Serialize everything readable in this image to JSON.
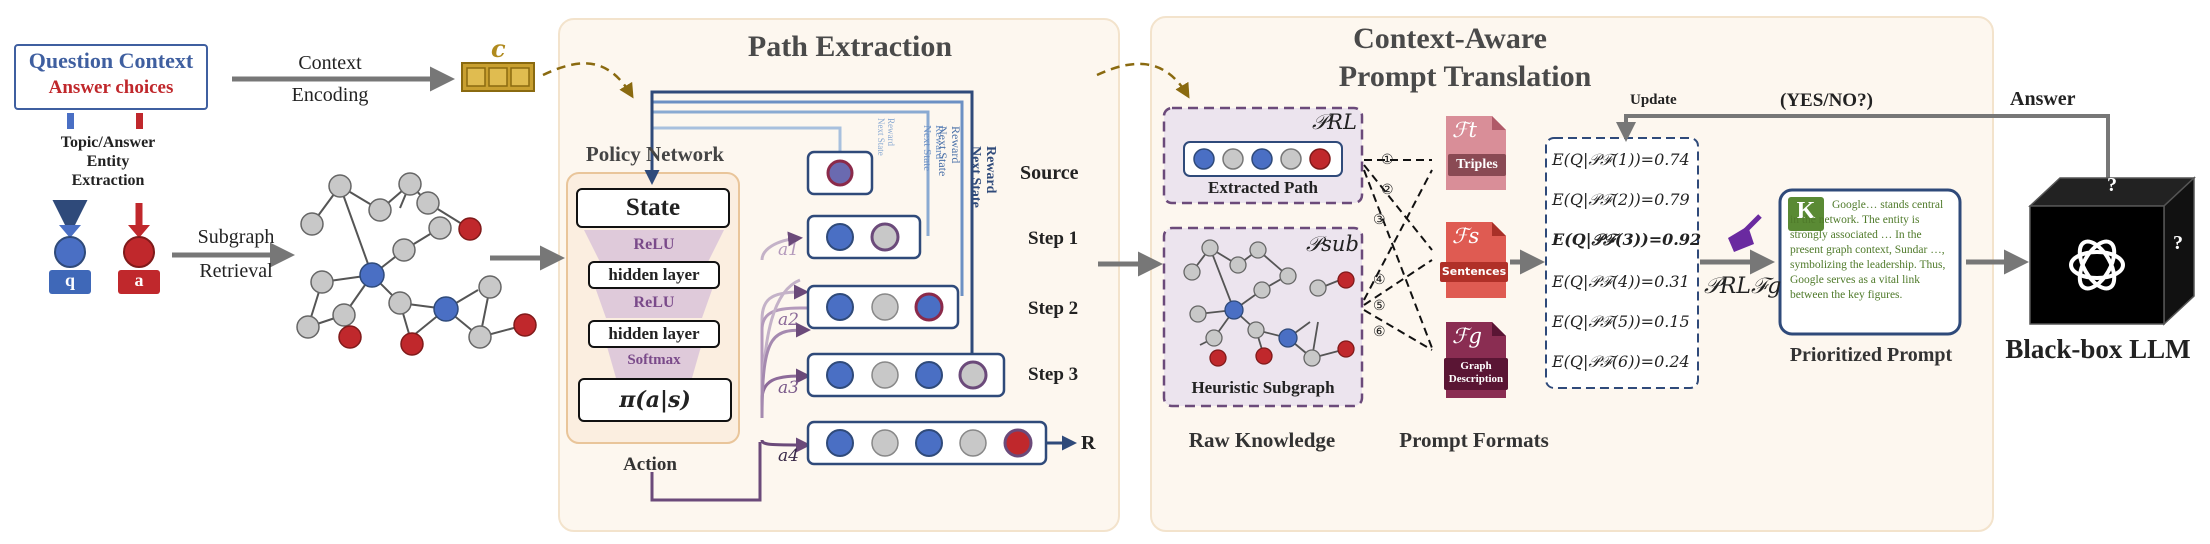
{
  "left": {
    "question_context": "Question Context",
    "answer_choices": "Answer choices",
    "context_encoding_line1": "Context",
    "context_encoding_line2": "Encoding",
    "c_label": "c",
    "entity_extraction": [
      "Topic/Answer",
      "Entity",
      "Extraction"
    ],
    "q_label": "q",
    "a_label": "a",
    "subgraph_retrieval_line1": "Subgraph",
    "subgraph_retrieval_line2": "Retrieval"
  },
  "path_extraction": {
    "title": "Path Extraction",
    "policy_network": "Policy Network",
    "state": "State",
    "relu1": "ReLU",
    "hidden1": "hidden layer",
    "relu2": "ReLU",
    "hidden2": "hidden layer",
    "softmax": "Softmax",
    "policy": "π(a|s)",
    "action": "Action",
    "source": "Source",
    "step1": "Step 1",
    "step2": "Step 2",
    "step3": "Step 3",
    "reward_symbol": "R",
    "actions": [
      "a1",
      "a2",
      "a3",
      "a4"
    ],
    "reward_labels": [
      "Reward",
      "Next State",
      "Reward",
      "Next State",
      "Reward",
      "Next State",
      "Reward",
      "Next State"
    ]
  },
  "translation": {
    "title_line1": "Context-Aware",
    "title_line2": "Prompt Translation",
    "p_rl": "𝒫RL",
    "extracted_path": "Extracted Path",
    "p_sub": "𝒫sub",
    "heuristic_subgraph": "Heuristic Subgraph",
    "raw_knowledge": "Raw Knowledge",
    "prompt_formats": "Prompt Formats",
    "formats": [
      {
        "symbol": "ℱt",
        "label": "Triples",
        "color": "#cf7f8a"
      },
      {
        "symbol": "ℱs",
        "label": "Sentences",
        "color": "#d9544f"
      },
      {
        "symbol": "ℱg",
        "label": "Graph Description",
        "color": "#8a2d52"
      }
    ],
    "circled_numbers": [
      "①",
      "②",
      "③",
      "④",
      "⑤",
      "⑥"
    ],
    "scores": [
      {
        "expr": "E(Q|𝒫ℱ(1))=0.74",
        "bold": false
      },
      {
        "expr": "E(Q|𝒫ℱ(2))=0.79",
        "bold": false
      },
      {
        "expr": "E(Q|𝒫ℱ(3))=0.92",
        "bold": true
      },
      {
        "expr": "E(Q|𝒫ℱ(4))=0.31",
        "bold": false
      },
      {
        "expr": "E(Q|𝒫ℱ(5))=0.15",
        "bold": false
      },
      {
        "expr": "E(Q|𝒫ℱ(6))=0.24",
        "bold": false
      }
    ],
    "update": "Update",
    "yes_no": "(YES/NO?)",
    "answer": "Answer",
    "selected": "𝒫RLℱg",
    "prompt_k": "K",
    "prompt_text": "Google… stands central in the network. The entity is strongly associated … In the present graph context, Sundar …, symbolizing the leadership. Thus, Google serves as a vital link between the key figures.",
    "prioritized_prompt": "Prioritized Prompt",
    "black_box": "Black-box LLM"
  },
  "colors": {
    "blue_node": "#4a6fc4",
    "red_node": "#c0282c",
    "grey_node": "#c8c8c8",
    "navy": "#2f4a7a",
    "purple": "#6b4a7a",
    "gold": "#b08a1e",
    "green_text": "#4f7a2a"
  }
}
